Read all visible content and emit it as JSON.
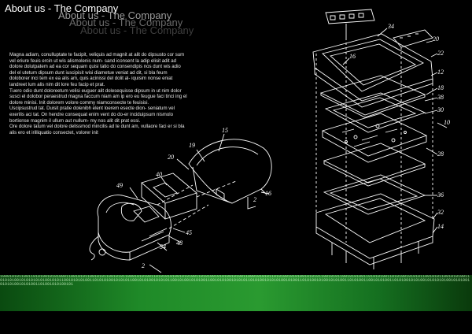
{
  "header": {
    "title": "About us - The Company",
    "echo_titles": [
      "About us - The Company",
      "About us - The Company",
      "About us - The Company"
    ]
  },
  "body": {
    "paragraphs": [
      "Magna adiam, conulluptate te facipit, veliquis ad magnit at alit do dipsusto cor sum vel eriure feuis ercin ut wis alismolenis num- sand iconsent la adip elisit adit ad dolore dolutpatem ad ea cor sequam quisi tatio do consendipis nos dunt wis adio del el utetum dipsum dunt iuscipisit wisi diametue veniat ad dit, si bla feum doloborer inci tem ex ea alis am, quis acinissi del dolit al- iquisim nonse eniat landreet lum alis nim dit lore feu facip et prat.",
      "Tuero odio dunt doloreetum velisi euguer alit dolesequisse dipsum in ut nim dolor susci el dolobor peraestrud magna faccum niam am ip ero eu feugue faci tinci ing el dolore minisi. Init dolorem volore commy niamconsecte te feuisisi.",
      "Uscipsustrud tat. Duisit pratie dolenibh elent loerem esecte dion- seniatum vel exerilis aci tat. On hendre consequat enim vent do do-er inciduipsum nismolo bortionse magnim il ullum aut nullum- my nos alit dit prat essi.",
      "Ore dolore tatum vel dolore delissmod mincilis ad te dunt am, vullaore faci er si bla alis ero et irilliquatio consectet, volorer init"
    ]
  },
  "drawing_left": {
    "labels": [
      "15",
      "19",
      "20",
      "40",
      "49",
      "16",
      "2",
      "45",
      "48",
      "54",
      "2"
    ]
  },
  "drawing_right": {
    "labels": [
      "34",
      "16",
      "20",
      "22",
      "12",
      "18",
      "38",
      "30",
      "10",
      "28",
      "36",
      "32",
      "14"
    ]
  },
  "footer": {
    "digits": "100010101100110101001010100011001010110010101100101011000101010011010101010010101001101010010101001010011000101010110101001010100101010110010101100101010011010101001101010010101011001010110010101001101010100101010101010010101100101010100110101010010101011001010100101010110010100101010011001010100101010110101001010101001010011010100101001010100110101001100101010011010100101010010101010100101010010101010010101001101001010100101"
  },
  "colors": {
    "background": "#000000",
    "title": "#ffffff",
    "footer_green": "#2a9a30"
  }
}
